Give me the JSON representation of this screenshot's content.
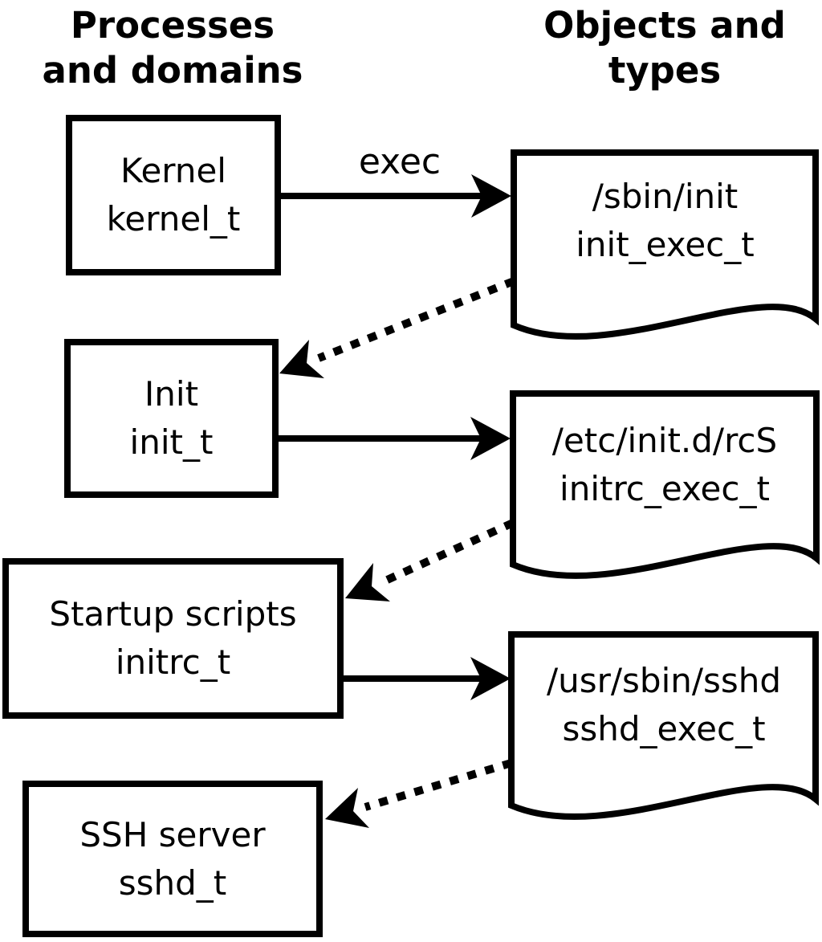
{
  "headings": {
    "left": [
      "Processes",
      "and domains"
    ],
    "right": [
      "Objects and",
      "types"
    ]
  },
  "edge_label": "exec",
  "processes": [
    {
      "label": "Kernel",
      "domain": "kernel_t"
    },
    {
      "label": "Init",
      "domain": "init_t"
    },
    {
      "label": "Startup scripts",
      "domain": "initrc_t"
    },
    {
      "label": "SSH server",
      "domain": "sshd_t"
    }
  ],
  "objects": [
    {
      "path": "/sbin/init",
      "type": "init_exec_t"
    },
    {
      "path": "/etc/init.d/rcS",
      "type": "initrc_exec_t"
    },
    {
      "path": "/usr/sbin/sshd",
      "type": "sshd_exec_t"
    }
  ],
  "colors": {
    "ink": "#000000",
    "paper": "#ffffff"
  }
}
